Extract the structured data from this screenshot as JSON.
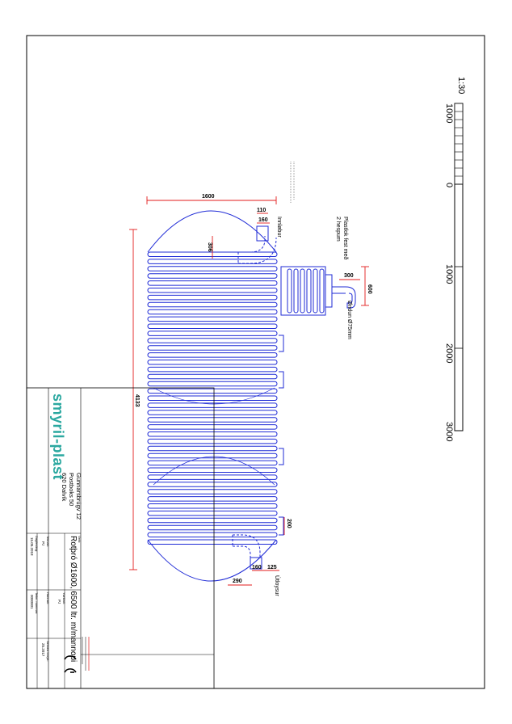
{
  "drawing": {
    "scale": "1:30",
    "scale_bar_labels": [
      "1000",
      "0",
      "1000",
      "2000",
      "3000"
    ],
    "dimensions": {
      "length": "4133",
      "half_length": "1600",
      "inlet_offset_110": "110",
      "inlet_offset_160": "160",
      "top_height": "306",
      "manhole_width": "300",
      "pipe_height": "600",
      "outlet_height": "200",
      "outlet_160": "160",
      "outlet_125": "125",
      "outlet_290": "290"
    },
    "labels": {
      "inlet": "Innløbur",
      "outlet": "Útloysur",
      "vent": "Øndun Ø75mm",
      "manhole_note_line1": "Plastlok fest með",
      "manhole_note_line2": "2 hespum"
    }
  },
  "titleblock": {
    "logo": "smyril-plast",
    "address_line1": "Gunnarsbrúgv 12",
    "address_line2": "Postboks 50",
    "address_line3": "620 Dalvík",
    "verk_label": "Verk:",
    "title": "Rotþró Ø1600, 6500 ltr. m/mannopi",
    "teknad_label": "Teknað:",
    "teknad_value": "PJ",
    "hannad_label": "Hannað:",
    "yvirlitad_label": "Yvirlitað:",
    "yvirlitad_value": "PJ",
    "dato_label": "Dagfesting:",
    "dato_value": "15.05.2018",
    "teikn_label": "Teikn. nummar:",
    "teikn_value": "0000001",
    "sidst_label": "Seinast broytt:",
    "sidst_value": "25.2017"
  },
  "colors": {
    "tank": "#1f2bd6",
    "dimension": "#e31b1b",
    "frame": "#000000"
  }
}
